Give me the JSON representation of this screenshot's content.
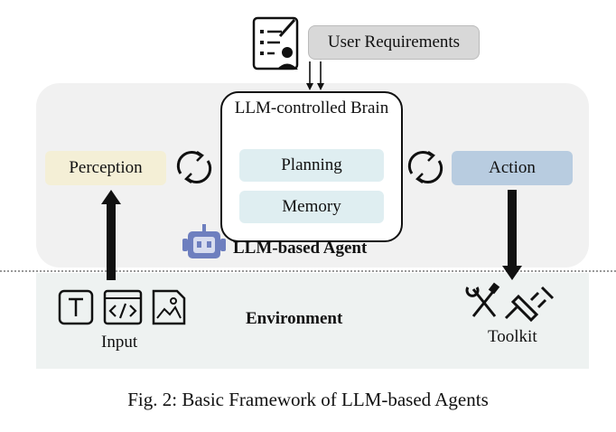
{
  "diagram": {
    "user_requirements": "User Requirements",
    "brain_title": "LLM-controlled Brain",
    "planning": "Planning",
    "memory": "Memory",
    "perception": "Perception",
    "action": "Action",
    "agent_label": "LLM-based Agent",
    "environment": "Environment",
    "input": "Input",
    "toolkit": "Toolkit",
    "caption": "Fig. 2: Basic Framework of LLM-based Agents",
    "icons": [
      "document-user-icon",
      "robot-icon",
      "text-icon",
      "code-icon",
      "image-icon",
      "tools-icon",
      "plug-icon",
      "cycle-arrows-icon"
    ],
    "colors": {
      "agent_panel": "#f1f1f1",
      "environment_panel": "#eef2f1",
      "brain_items": "#dfeef1",
      "perception": "#f4efd6",
      "action": "#b8cce0",
      "user_requirements": "#d8d8d8",
      "robot": "#6e7fbf"
    }
  }
}
